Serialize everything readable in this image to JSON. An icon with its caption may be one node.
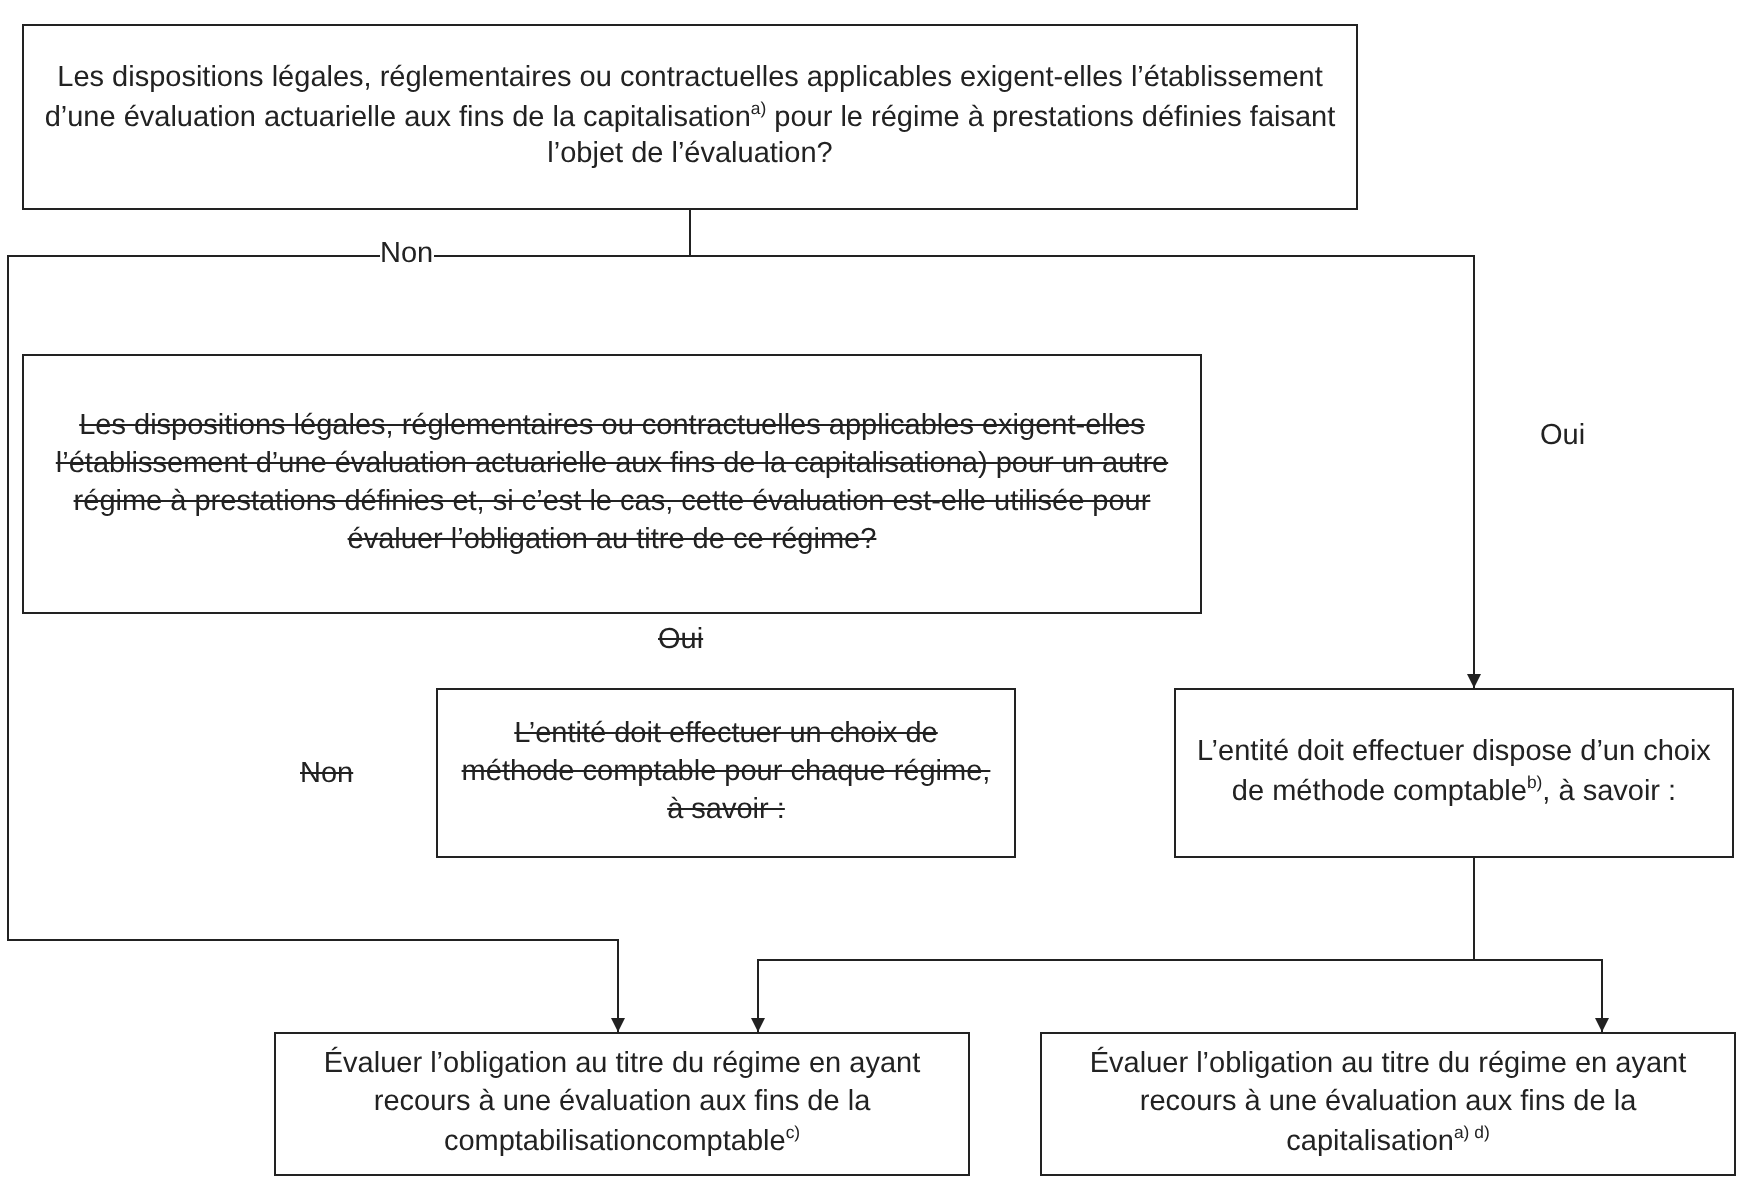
{
  "diagram": {
    "nodes": [
      {
        "text": [
          "Les dispositions légales, réglementaires ou contractuelles applicables exigent-elles l’établissement d’une évaluation actuarielle aux fins de la capitalisation$^{a)}$ pour le régime à prestations définies faisant l’objet de l’évaluation?"
        ]
      },
      {
        "text": [
          "Les dispositions légales, réglementaires ou contractuelles applicables exigent-elles l’établissement d’une évaluation actuarielle aux fins de la capitalisationa) pour un autre régime à prestations définies et, si c’est le cas, cette évaluation est-elle utilisée pour évaluer l’obligation au titre de ce régime?"
        ]
      },
      {
        "text": [
          "L’entité doit effectuer un choix de méthode comptable pour chaque régime, à savoir :"
        ]
      },
      {
        "text": [
          "L’entité doit effectuer dispose d’un choix de méthode comptable$^{b)}$, à savoir :"
        ]
      },
      {
        "text": [
          "Évaluer l’obligation au titre du régime en ayant recours à une évaluation aux fins de la comptabilisationcomptable$^{c)}$"
        ]
      },
      {
        "text": [
          "Évaluer l’obligation au titre du régime en ayant recours à une évaluation aux fins de la capitalisation$^{a) d)}$"
        ]
      }
    ],
    "edges": [
      {
        "from": 0,
        "to": 4,
        "arrow": "to",
        "label": "Non"
      },
      {
        "from": 0,
        "to": 3,
        "arrow": "to",
        "label": "Oui"
      },
      {
        "from": 3,
        "to": 4,
        "arrow": "to"
      },
      {
        "from": 3,
        "to": 5,
        "arrow": "to"
      }
    ],
    "labels": [
      "Oui",
      "Non"
    ]
  }
}
